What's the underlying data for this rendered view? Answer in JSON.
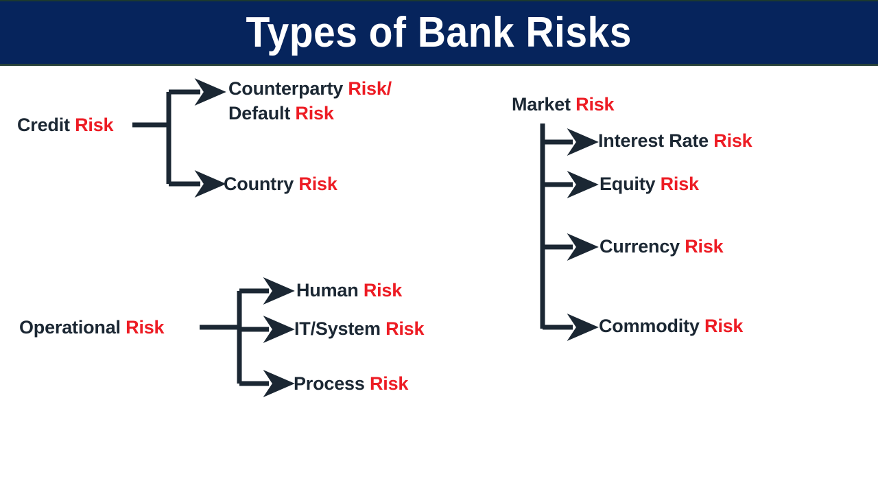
{
  "title": {
    "text": "Types of Bank Risks",
    "background_color": "#06245c",
    "text_color": "#ffffff"
  },
  "colors": {
    "accent_red": "#ed1c24",
    "text_dark": "#1b2733",
    "banner_navy": "#06245c",
    "connector": "#1b2733",
    "background": "#ffffff"
  },
  "diagram": {
    "type": "tree",
    "groups": [
      {
        "id": "credit",
        "parent_plain": "Credit ",
        "parent_accent": "Risk",
        "children": [
          {
            "id": "counterparty-default",
            "line1_plain": "Counterparty ",
            "line1_accent": "Risk/",
            "line2_plain": "Default ",
            "line2_accent": "Risk"
          },
          {
            "id": "country",
            "line1_plain": "Country ",
            "line1_accent": "Risk"
          }
        ]
      },
      {
        "id": "operational",
        "parent_plain": "Operational ",
        "parent_accent": "Risk",
        "children": [
          {
            "id": "human",
            "line1_plain": "Human ",
            "line1_accent": "Risk"
          },
          {
            "id": "it-system",
            "line1_plain": "IT/System ",
            "line1_accent": "Risk"
          },
          {
            "id": "process",
            "line1_plain": "Process ",
            "line1_accent": "Risk"
          }
        ]
      },
      {
        "id": "market",
        "parent_plain": "Market ",
        "parent_accent": "Risk",
        "children": [
          {
            "id": "interest-rate",
            "line1_plain": "Interest Rate ",
            "line1_accent": "Risk"
          },
          {
            "id": "equity",
            "line1_plain": "Equity ",
            "line1_accent": "Risk"
          },
          {
            "id": "currency",
            "line1_plain": "Currency ",
            "line1_accent": "Risk"
          },
          {
            "id": "commodity",
            "line1_plain": "Commodity ",
            "line1_accent": "Risk"
          }
        ]
      }
    ]
  }
}
